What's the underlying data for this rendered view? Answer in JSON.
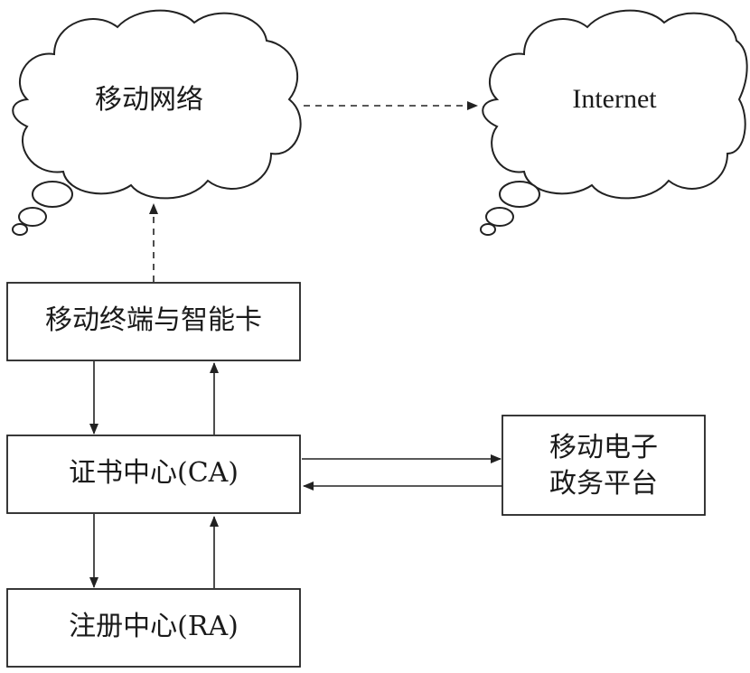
{
  "nodes": {
    "mobile_network": "移动网络",
    "internet": "Internet",
    "terminal": "移动终端与智能卡",
    "ca": "证书中心(CA)",
    "gov_line1": "移动电子",
    "gov_line2": "政务平台",
    "ra": "注册中心(RA)"
  }
}
